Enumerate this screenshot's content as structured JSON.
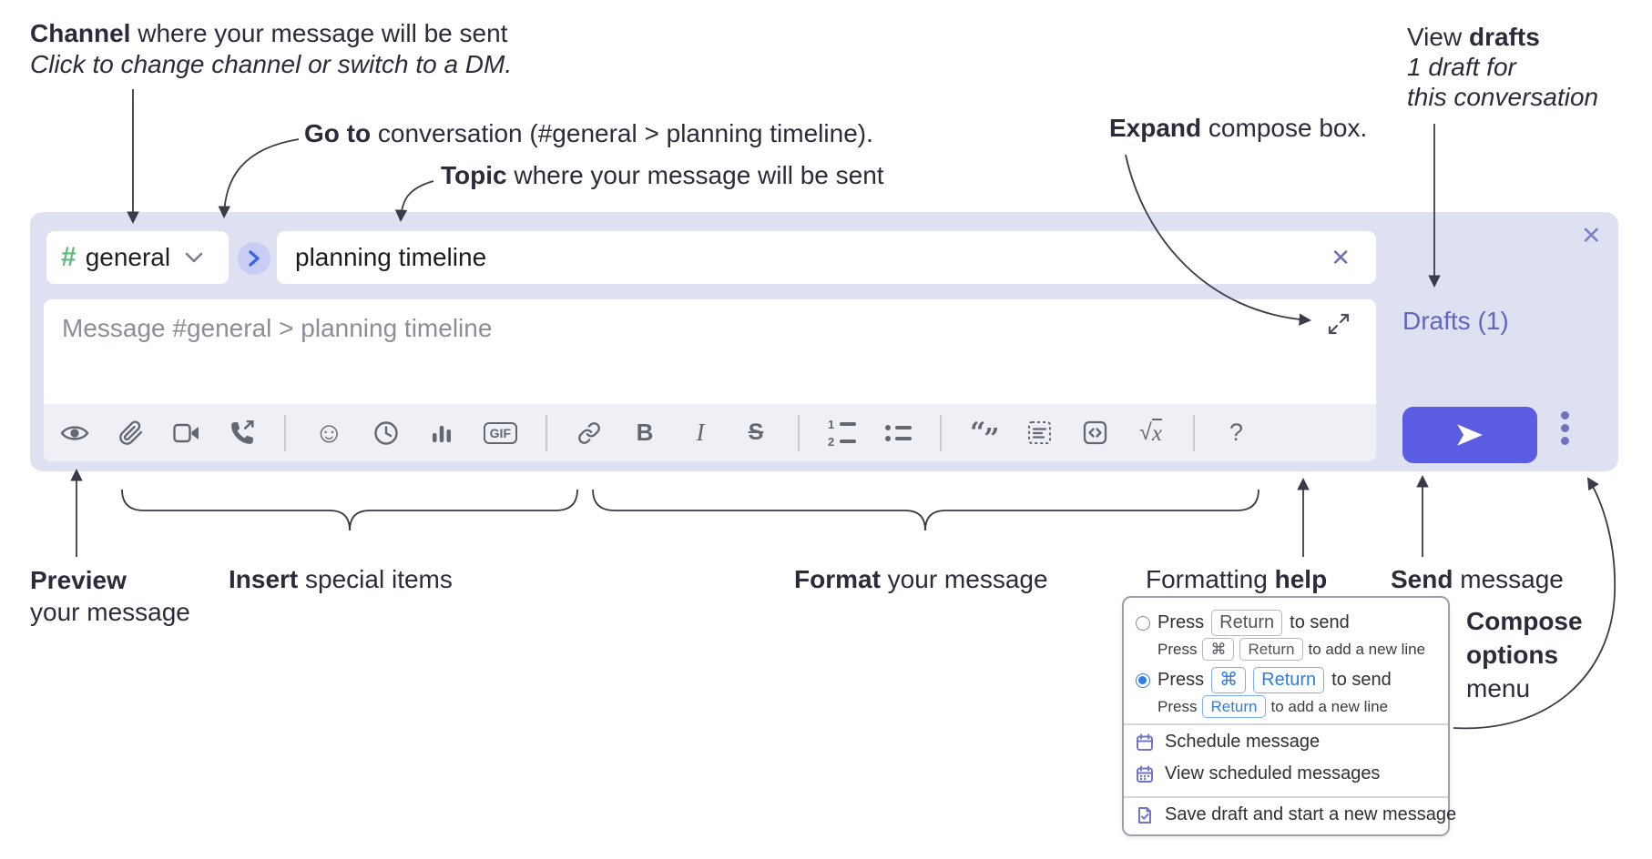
{
  "annotations": {
    "channel_line1": {
      "bold": "Channel",
      "rest": " where your message will be sent"
    },
    "channel_line2": "Click to change channel or switch to a DM.",
    "goto": {
      "bold": "Go to",
      "rest": " conversation (#general > planning timeline)."
    },
    "topic": {
      "bold": "Topic",
      "rest": " where your message will be sent"
    },
    "expand": {
      "bold": "Expand",
      "rest": " compose box."
    },
    "view_drafts": {
      "pre": "View ",
      "bold": "drafts",
      "line2": "1 draft for",
      "line3": "this conversation"
    },
    "preview": {
      "bold": "Preview",
      "line2": "your message"
    },
    "insert": {
      "bold": "Insert",
      "rest": " special items"
    },
    "format": {
      "bold": "Format",
      "rest": " your message"
    },
    "help": {
      "pre": "Formatting ",
      "bold": "help"
    },
    "send": {
      "bold": "Send",
      "rest": " message"
    },
    "compose_options": {
      "line1": "Compose",
      "line2": "options",
      "line3": "menu"
    }
  },
  "compose": {
    "channel_hash": "#",
    "channel_name": "general",
    "topic_value": "planning timeline",
    "message_placeholder": "Message #general > planning timeline",
    "drafts_label": "Drafts (1)",
    "close_icon": "✕",
    "clear_icon": "✕"
  },
  "toolbar": {
    "gif": "GIF",
    "bold": "B",
    "italic": "I",
    "strike": "S",
    "smiley": "☺",
    "quote_open": "“",
    "quote_close": "”",
    "ol_1": "1",
    "ol_2": "2",
    "sqrt_radical": "√",
    "sqrt_var": "x",
    "help": "?"
  },
  "menu": {
    "option1": {
      "press": "Press",
      "key1": "Return",
      "tail": "to send"
    },
    "option1_sub": {
      "press": "Press",
      "key1": "⌘",
      "key2": "Return",
      "tail": "to add a new line"
    },
    "option2": {
      "press": "Press",
      "key1": "⌘",
      "key2": "Return",
      "tail": "to send"
    },
    "option2_sub": {
      "press": "Press",
      "key1": "Return",
      "tail": "to add a new line"
    },
    "items": [
      {
        "label": "Schedule message"
      },
      {
        "label": "View scheduled messages"
      },
      {
        "label": "Save draft and start a new message"
      }
    ]
  },
  "colors": {
    "panel": "#dee1f1",
    "accent_send": "#5a5ce2",
    "channel_green": "#5dbb7e",
    "drafts_link": "#6167bf",
    "keycap_blue": "#2e7ee7",
    "menu_icon_purple": "#7075c8"
  }
}
